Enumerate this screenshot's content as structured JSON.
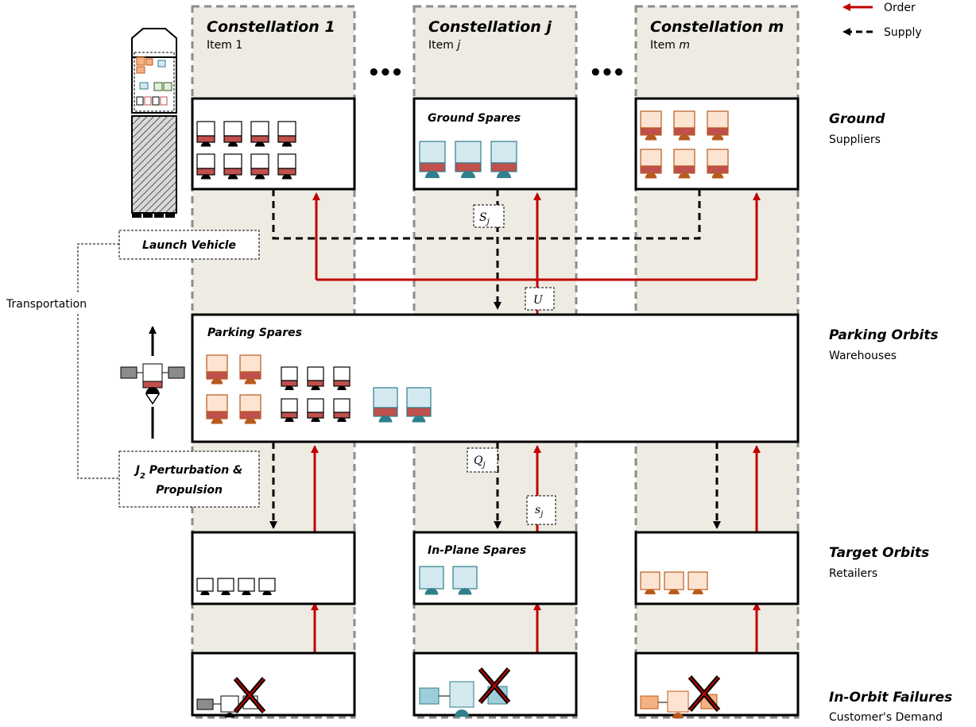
{
  "legend": {
    "order": "Order",
    "supply": "Supply"
  },
  "colors": {
    "order": "#c00000",
    "supply": "#000000",
    "column_fill": "#eeebe2",
    "column_border": "#8c8c8c",
    "spare_black": "#000000",
    "spare_teal": "#2f7f8c",
    "spare_orange": "#b85a1e",
    "spare_body_teal": "#d4e8f0",
    "spare_body_orange": "#fde4d2",
    "spare_band": "#c0504d"
  },
  "columns": [
    {
      "title": "Constellation 1",
      "item_prefix": "Item ",
      "item_var": "1"
    },
    {
      "title": "Constellation ",
      "title_var": "j",
      "item_prefix": "Item ",
      "item_var": "j"
    },
    {
      "title": "Constellation ",
      "title_var": "m",
      "item_prefix": "Item ",
      "item_var": "m"
    }
  ],
  "ellipsis": "•••",
  "tiers": [
    {
      "title": "Ground",
      "subtitle": "Suppliers"
    },
    {
      "title": "Parking Orbits",
      "subtitle": "Warehouses"
    },
    {
      "title": "Target Orbits",
      "subtitle": "Retailers"
    },
    {
      "title": "In-Orbit Failures",
      "subtitle": "Customer's Demand"
    }
  ],
  "boxes": {
    "ground_spares": "Ground Spares",
    "parking_spares": "Parking Spares",
    "in_plane_spares": "In-Plane Spares"
  },
  "labels": {
    "launch_vehicle": "Launch Vehicle",
    "transportation": "Transportation",
    "j2_line1_letter": "J",
    "j2_line1_sub": "2",
    "j2_line1_rest": " Perturbation &",
    "j2_line2": "Propulsion"
  },
  "variables": {
    "S_main": "S",
    "S_sub": "j",
    "U": "U",
    "Q_main": "Q",
    "Q_sub": "j",
    "s_main": "s",
    "s_sub": "j"
  }
}
